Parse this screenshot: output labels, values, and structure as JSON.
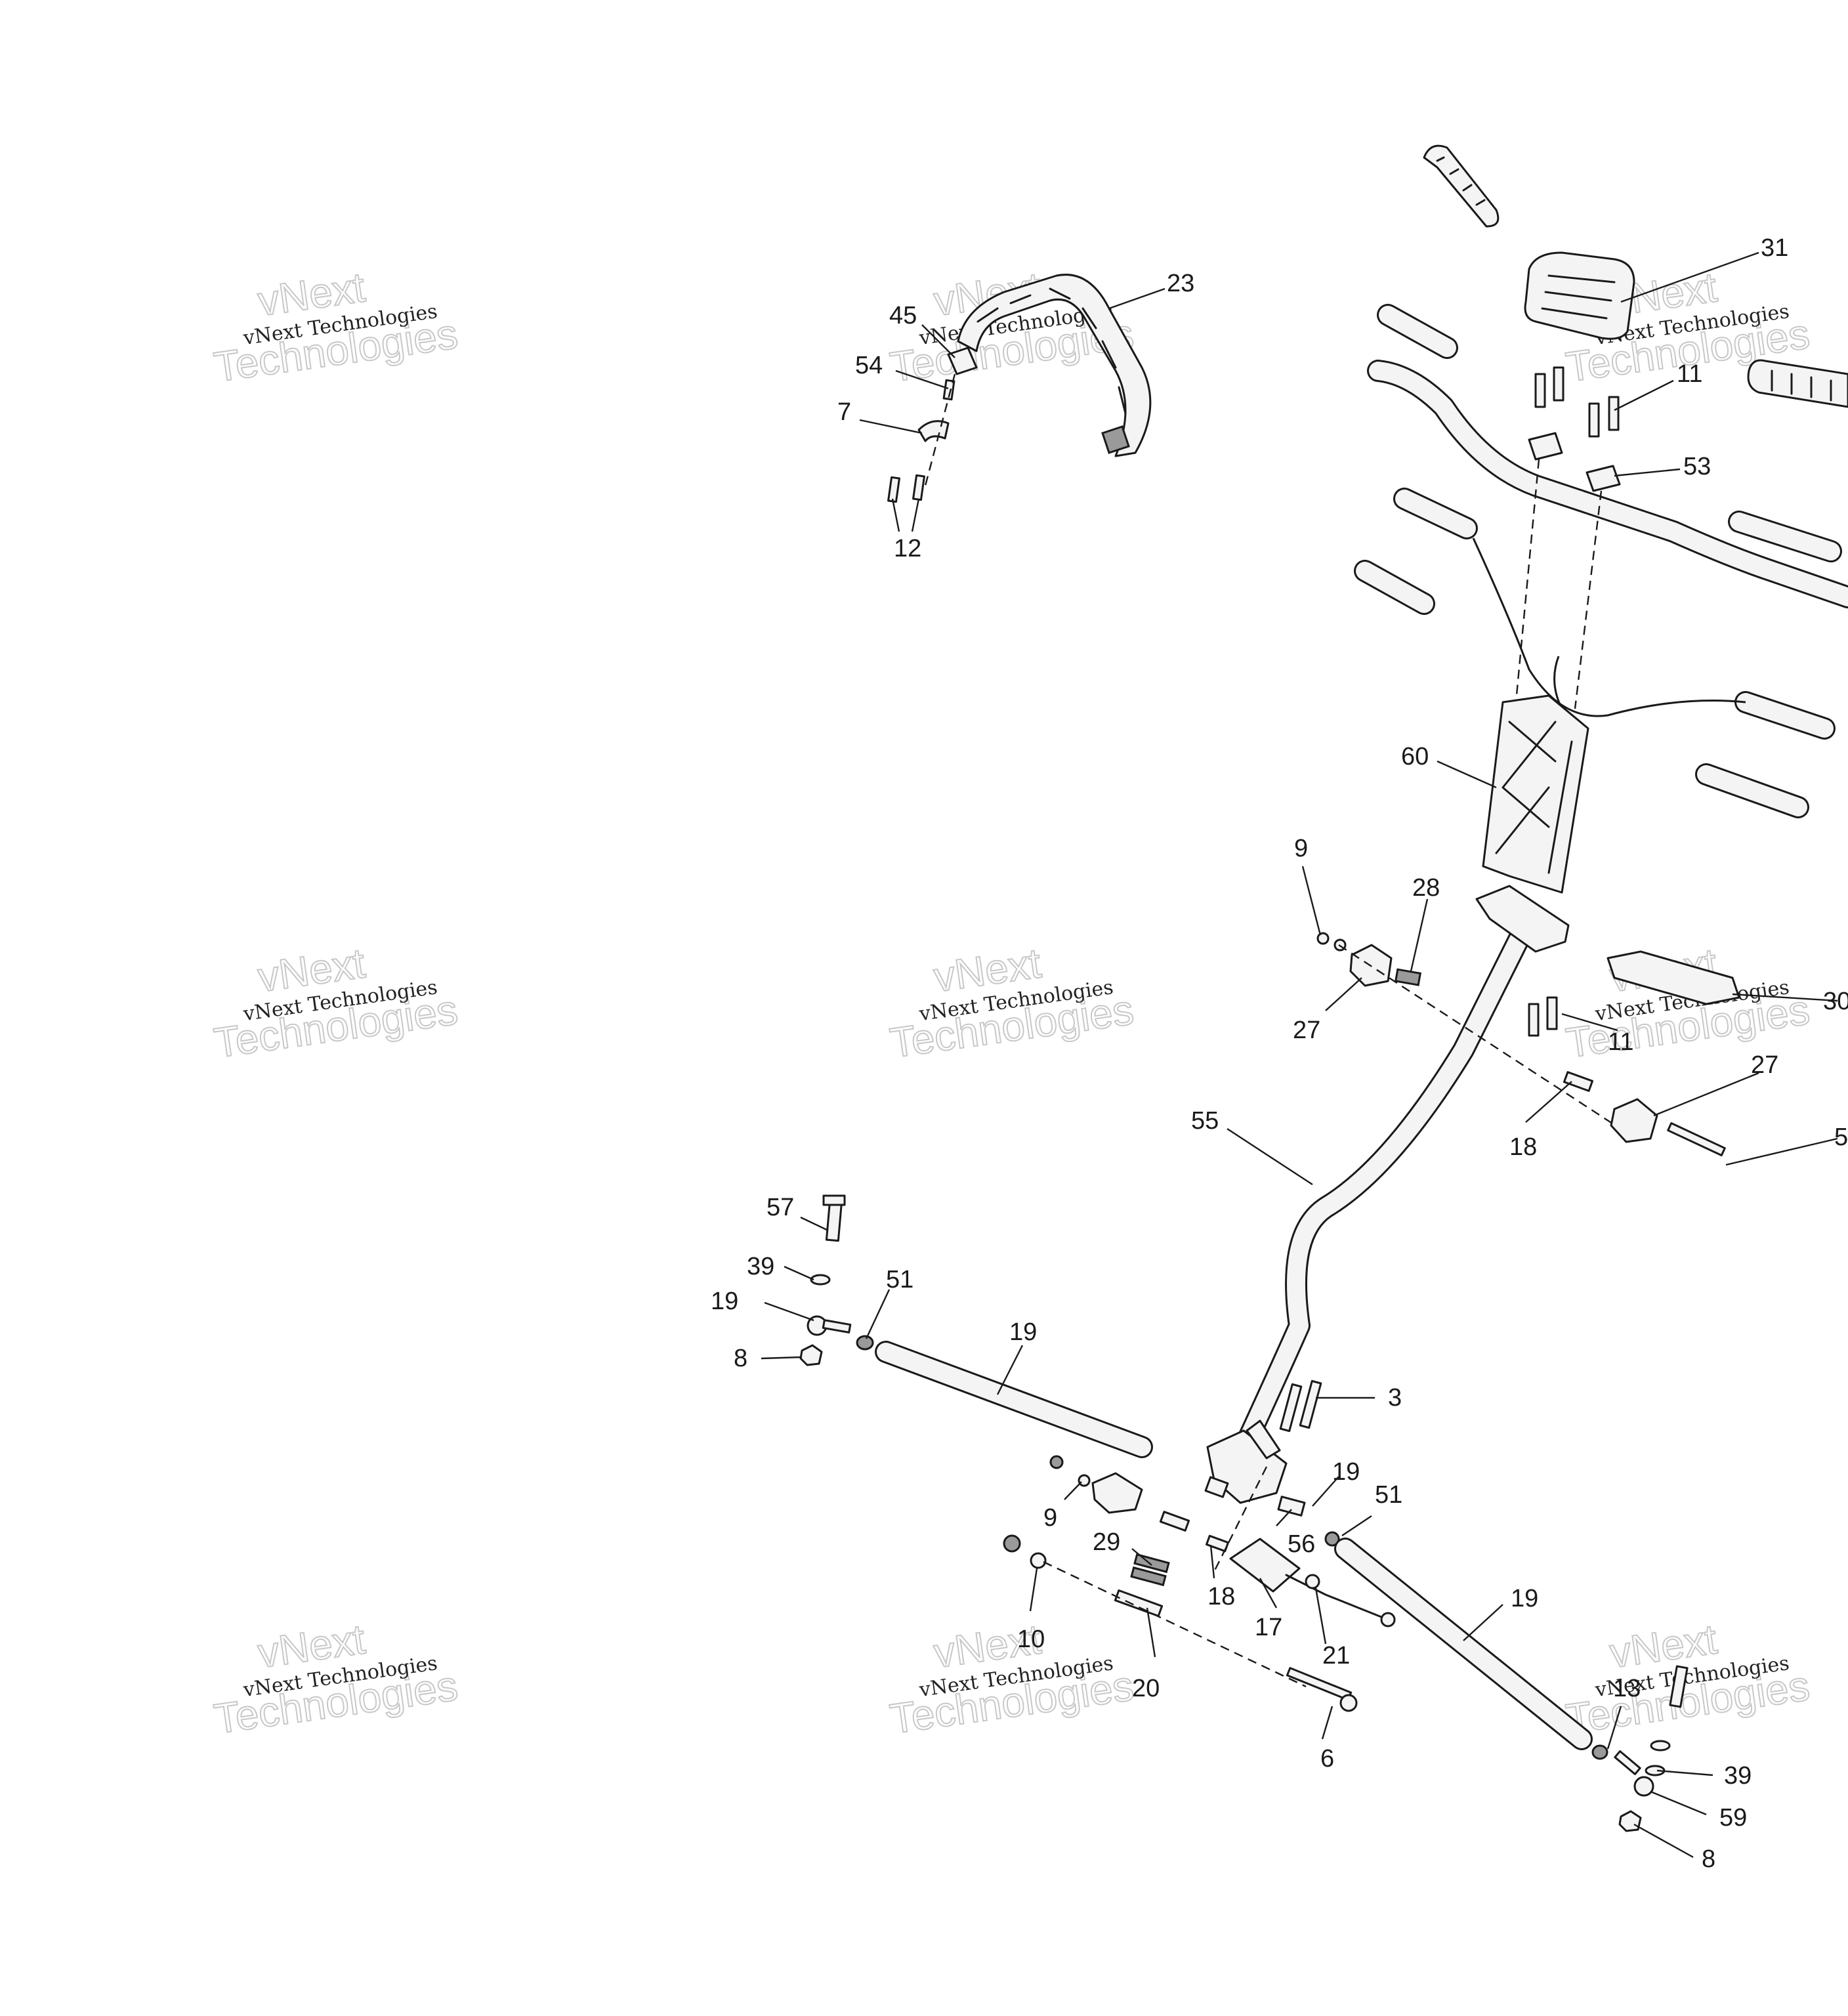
{
  "watermark": {
    "small_text": "vNext Technologies",
    "large_line_1": "vNext",
    "large_line_2": "Technologies"
  },
  "callouts": {
    "c23": "23",
    "c45": "45",
    "c54": "54",
    "c7": "7",
    "c12": "12",
    "c31": "31",
    "c11_top": "11",
    "c53": "53",
    "c60": "60",
    "c9_mid": "9",
    "c28": "28",
    "c27_left": "27",
    "c30": "30",
    "c11_mid": "11",
    "c27_right": "27",
    "c18_mid": "18",
    "c5_right": "5",
    "c55": "55",
    "c57": "57",
    "c39_left": "39",
    "c51_left": "51",
    "c19_left": "19",
    "c19_rod": "19",
    "c8_left": "8",
    "c3": "3",
    "c19_lower": "19",
    "c51_lower": "51",
    "c9_lower": "9",
    "c56": "56",
    "c29": "29",
    "c18_lower": "18",
    "c17": "17",
    "c21": "21",
    "c10": "10",
    "c20": "20",
    "c6": "6",
    "c19_right": "19",
    "c13": "13",
    "c39_right": "39",
    "c59": "59",
    "c8_right": "8"
  }
}
